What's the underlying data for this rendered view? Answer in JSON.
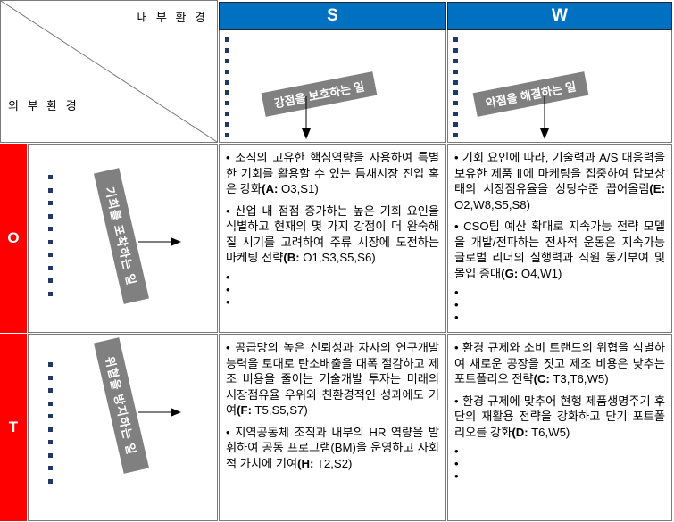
{
  "corner": {
    "internal_label": "내 부 환 경",
    "external_label": "외 부 환 경"
  },
  "colors": {
    "header_blue": "#0070C0",
    "row_red": "#FF0000",
    "banner_gray": "#808080",
    "bullet_navy": "#1F3864",
    "grid_line": "#7A7A7A"
  },
  "columns": [
    {
      "key": "S",
      "label": "S",
      "banner": "강점을 보호하는 일"
    },
    {
      "key": "W",
      "label": "W",
      "banner": "약점을 해결하는 일"
    }
  ],
  "rows": [
    {
      "key": "O",
      "label": "O",
      "banner": "기회를 포착하는 일"
    },
    {
      "key": "T",
      "label": "T",
      "banner": "위협을 방지하는 일"
    }
  ],
  "quadrants": {
    "so": {
      "name": "SO",
      "bullets": [
        {
          "text": "조직의 고유한 핵심역량을 사용하여 특별한 기회를 활용할 수 있는 틈새시장 진입 혹은 강화",
          "code_bold": "(A:",
          "code_rest": " O3,S1)"
        },
        {
          "text": "산업 내 점점 증가하는 높은 기회 요인을 식별하고 현재의 몇 가지 강점이 더 완숙해질 시기를 고려하여 주류 시장에 도전하는 마케팅 전략",
          "code_bold": "(B:",
          "code_rest": " O1,S3,S5,S6)"
        }
      ],
      "empty_bullets": 3
    },
    "wo": {
      "name": "WO",
      "bullets": [
        {
          "text": "기회 요인에 따라, 기술력과 A/S 대응력을 보유한 제품 Ⅱ에 마케팅을 집중하여 답보상태의 시장점유율을 상당수준 끕어올림",
          "code_bold": "(E:",
          "code_rest": " O2,W8,S5,S8)"
        },
        {
          "text": "CSO팀 예산 확대로 지속가능 전략 모델을 개발/전파하는 전사적 운동은 지속가능 글로벌 리더의 실행력과 직원 동기부여 및 몰입 증대",
          "code_bold": "(G:",
          "code_rest": " O4,W1)"
        }
      ],
      "empty_bullets": 3
    },
    "st": {
      "name": "ST",
      "bullets": [
        {
          "text": "공급망의 높은 신뢰성과 자사의 연구개발 능력을 토대로 탄소배출을 대폭 절감하고 제조 비용을 줄이는 기술개발 투자는 미래의 시장점유율 우위와 친환경적인 성과에도 기여",
          "code_bold": "(F:",
          "code_rest": " T5,S5,S7)"
        },
        {
          "text": "지역공동체 조직과 내부의 HR 역량을 발휘하여 공동 프로그램(BM)을 운영하고 사회적 가치에 기여",
          "code_bold": "(H:",
          "code_rest": " T2,S2)"
        }
      ],
      "empty_bullets": 0
    },
    "wt": {
      "name": "WT",
      "bullets": [
        {
          "text": "환경 규제와 소비 트랜드의 위협을 식별하여 새로운 공장을 짓고 제조 비용은 낮추는 포트폴리오 전략",
          "code_bold": "(C:",
          "code_rest": " T3,T6,W5)"
        },
        {
          "text": "환경 규제에 맞추어 현행 제품생명주기 후단의 재활용 전략을 강화하고 단기 포트폴리오를 강화",
          "code_bold": "(D:",
          "code_rest": " T6,W5)"
        }
      ],
      "empty_bullets": 3
    }
  },
  "icons": {
    "down_arrow": "arrow-down-icon",
    "right_arrow": "arrow-right-icon",
    "diagonal": "diagonal-divider-icon",
    "square_bullet": "square-bullet-icon"
  }
}
